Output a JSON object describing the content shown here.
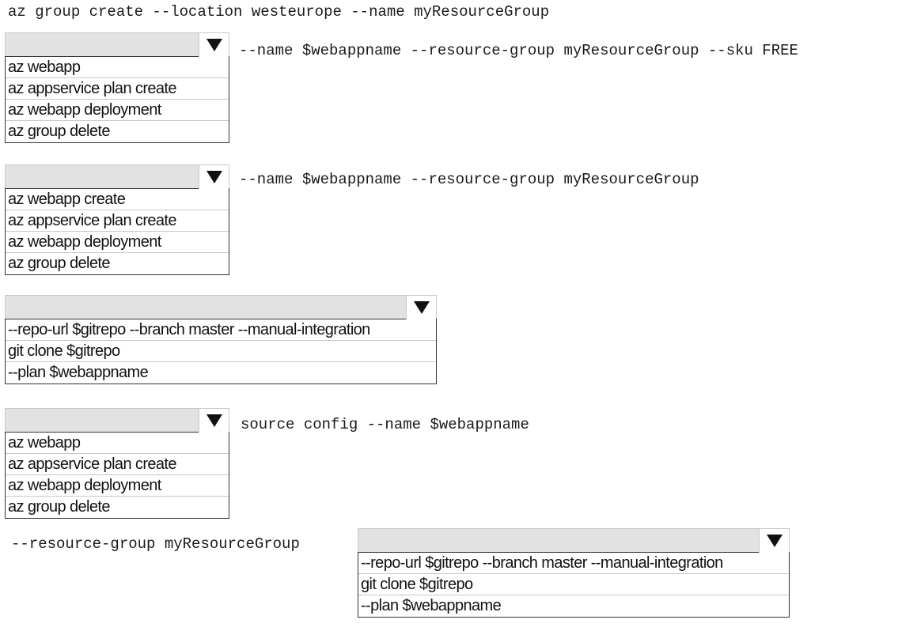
{
  "line1": "az group create --location westeurope --name myResourceGroup",
  "dropdown1": {
    "selected": "",
    "options": [
      "az webapp",
      "az appservice plan create",
      "az webapp deployment",
      "az group delete"
    ],
    "suffix": "--name $webappname --resource-group myResourceGroup --sku FREE"
  },
  "dropdown2": {
    "selected": "",
    "options": [
      "az webapp create",
      "az appservice plan create",
      "az webapp deployment",
      "az group delete"
    ],
    "suffix": "--name $webappname --resource-group myResourceGroup"
  },
  "dropdown3": {
    "selected": "",
    "options": [
      "--repo-url $gitrepo --branch master --manual-integration",
      "git clone $gitrepo",
      "--plan $webappname"
    ]
  },
  "dropdown4": {
    "selected": "",
    "options": [
      "az webapp",
      "az appservice plan create",
      "az webapp deployment",
      "az group delete"
    ],
    "suffix": "source config --name $webappname"
  },
  "dropdown5": {
    "prefix": "--resource-group myResourceGroup",
    "selected": "",
    "options": [
      "--repo-url $gitrepo --branch master --manual-integration",
      "git clone $gitrepo",
      "--plan $webappname"
    ]
  }
}
